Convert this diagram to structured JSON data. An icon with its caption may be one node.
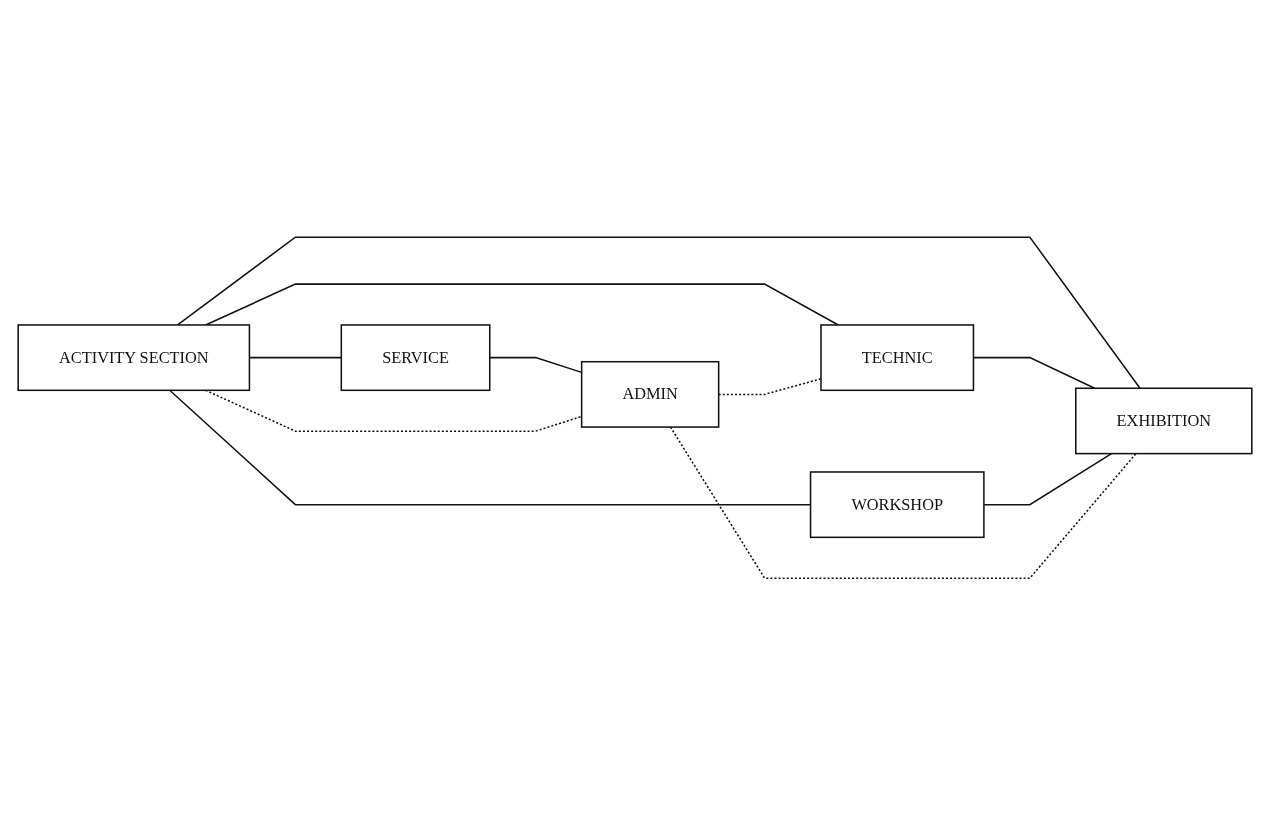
{
  "diagram": {
    "nodes": [
      {
        "text": [
          "ACTIVITY SECTION"
        ]
      },
      {
        "text": [
          "TECHNIC"
        ]
      },
      {
        "text": [
          "WORKSHOP"
        ]
      },
      {
        "text": [
          "SERVICE"
        ]
      },
      {
        "text": [
          "ADMIN"
        ]
      },
      {
        "text": [
          "EXHIBITION"
        ]
      }
    ],
    "edges": [
      {
        "from": 0,
        "to": 3,
        "arrow": "none"
      },
      {
        "from": 3,
        "to": 4,
        "arrow": "none"
      },
      {
        "from": 0,
        "to": 1,
        "arrow": "none"
      },
      {
        "from": 0,
        "to": 2,
        "arrow": "none"
      },
      {
        "from": 0,
        "to": 5,
        "arrow": "none"
      },
      {
        "from": 1,
        "to": 5,
        "arrow": "none"
      },
      {
        "from": 2,
        "to": 5,
        "arrow": "none"
      },
      {
        "from": 0,
        "to": 4,
        "arrow": "none",
        "style": "dashed"
      },
      {
        "from": 4,
        "to": 5,
        "arrow": "none",
        "style": "dashed"
      },
      {
        "from": 4,
        "to": 1,
        "arrow": "none",
        "style": "dashed"
      }
    ]
  }
}
